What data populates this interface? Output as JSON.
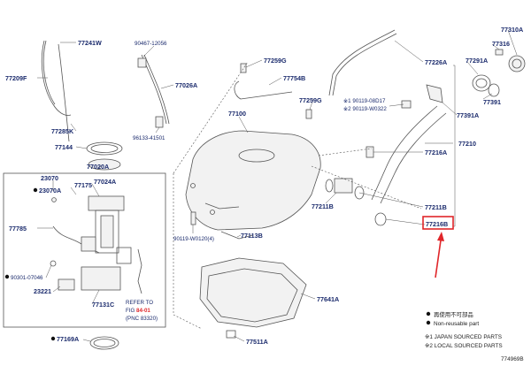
{
  "parts": {
    "p77241W": "77241W",
    "p90467_12056": "90467-12056",
    "p77209F": "77209F",
    "p77026A": "77026A",
    "p77259G_top": "77259G",
    "p77754B": "77754B",
    "p77226A": "77226A",
    "p77291A": "77291A",
    "p77310A": "77310A",
    "p77316": "77316",
    "p77391": "77391",
    "p77391A": "77391A",
    "p90119_08D17": "90119-08D17",
    "p90119_W0322": "90119-W0322",
    "p77259G_mid": "77259G",
    "p77100": "77100",
    "p77285K": "77285K",
    "p96133_41501": "96133-41501",
    "p77144": "77144",
    "p77020A": "77020A",
    "p77210": "77210",
    "p77216A": "77216A",
    "p23070": "23070",
    "p23070A": "23070A",
    "p77175": "77175",
    "p77024A": "77024A",
    "p77211B": "77211B",
    "p77211B_r": "77211B",
    "p77216B": "77216B",
    "p77785": "77785",
    "p90119_W0120": "90119-W0120",
    "p90119_W0120_count": "(4)",
    "p77113B": "77113B",
    "p90301_07046": "90301-07046",
    "p23221": "23221",
    "p77641A": "77641A",
    "p77131C": "77131C",
    "p77169A": "77169A",
    "p77511A": "77511A"
  },
  "marks": {
    "japan": "※1",
    "local": "※2"
  },
  "refer": {
    "line1": "REFER TO",
    "line2_prefix": "FIG ",
    "line2_fig": "84-01",
    "line3": "(PNC 83320)"
  },
  "legend": {
    "item1": "再使用不可部品",
    "item2": "Non-reusable part",
    "item3": "※1 JAPAN SOURCED PARTS",
    "item4": "※2 LOCAL SOURCED PARTS"
  },
  "diagram_id": "774969B",
  "colors": {
    "label": "#1a2a6c",
    "highlight": "#e0262a",
    "line": "#555555"
  }
}
